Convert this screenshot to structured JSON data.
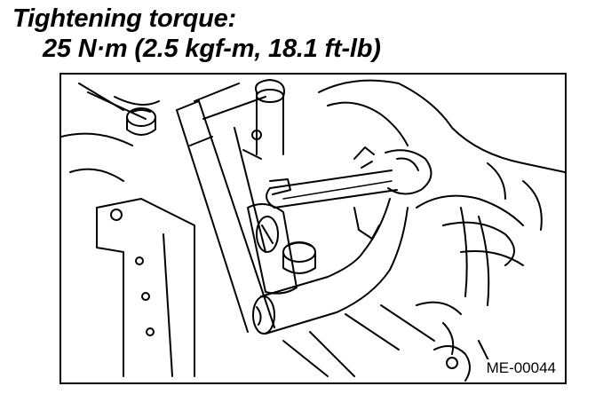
{
  "spec": {
    "title": "Tightening torque:",
    "value": "25 N·m (2.5 kgf-m, 18.1 ft-lb)"
  },
  "figure": {
    "id_label": "ME-00044"
  }
}
